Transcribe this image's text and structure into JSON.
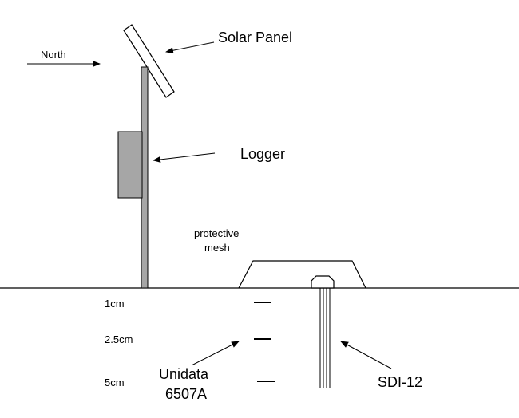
{
  "labels": {
    "north": "North",
    "solar_panel": "Solar Panel",
    "logger": "Logger",
    "protective_mesh_line1": "protective",
    "protective_mesh_line2": "mesh",
    "depth_1": "1cm",
    "depth_2": "2.5cm",
    "depth_3": "5cm",
    "unidata_line1": "Unidata",
    "unidata_line2": "6507A",
    "sdi12": "SDI-12"
  },
  "colors": {
    "line": "#000000",
    "pole_fill": "#a6a6a6",
    "logger_fill": "#a6a6a6",
    "panel_fill": "#ffffff",
    "background": "#ffffff"
  }
}
